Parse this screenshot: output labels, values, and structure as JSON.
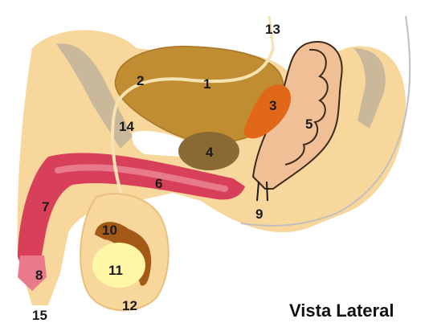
{
  "caption": "Vista Lateral",
  "labels": [
    {
      "id": "1",
      "text": "1"
    },
    {
      "id": "2",
      "text": "2"
    },
    {
      "id": "3",
      "text": "3"
    },
    {
      "id": "4",
      "text": "4"
    },
    {
      "id": "5",
      "text": "5"
    },
    {
      "id": "6",
      "text": "6"
    },
    {
      "id": "7",
      "text": "7"
    },
    {
      "id": "8",
      "text": "8"
    },
    {
      "id": "9",
      "text": "9"
    },
    {
      "id": "10",
      "text": "10"
    },
    {
      "id": "11",
      "text": "11"
    },
    {
      "id": "12",
      "text": "12"
    },
    {
      "id": "13",
      "text": "13"
    },
    {
      "id": "14",
      "text": "14"
    },
    {
      "id": "15",
      "text": "15"
    }
  ],
  "colors": {
    "skin": "#f8d79c",
    "skin_dark": "#e9bf7e",
    "bladder": "#c08d33",
    "bladder_outline": "#a87524",
    "seminal_vesicle": "#e06818",
    "prostate": "#8a6a34",
    "rectum": "#f0bf96",
    "rectum_outline": "#3a2a1a",
    "penis_red": "#d8405a",
    "penis_pink": "#e87a8c",
    "testis": "#fff6a6",
    "epididymis": "#a35a16",
    "bone": "#c9b89a",
    "duct": "#f6e3b4"
  }
}
